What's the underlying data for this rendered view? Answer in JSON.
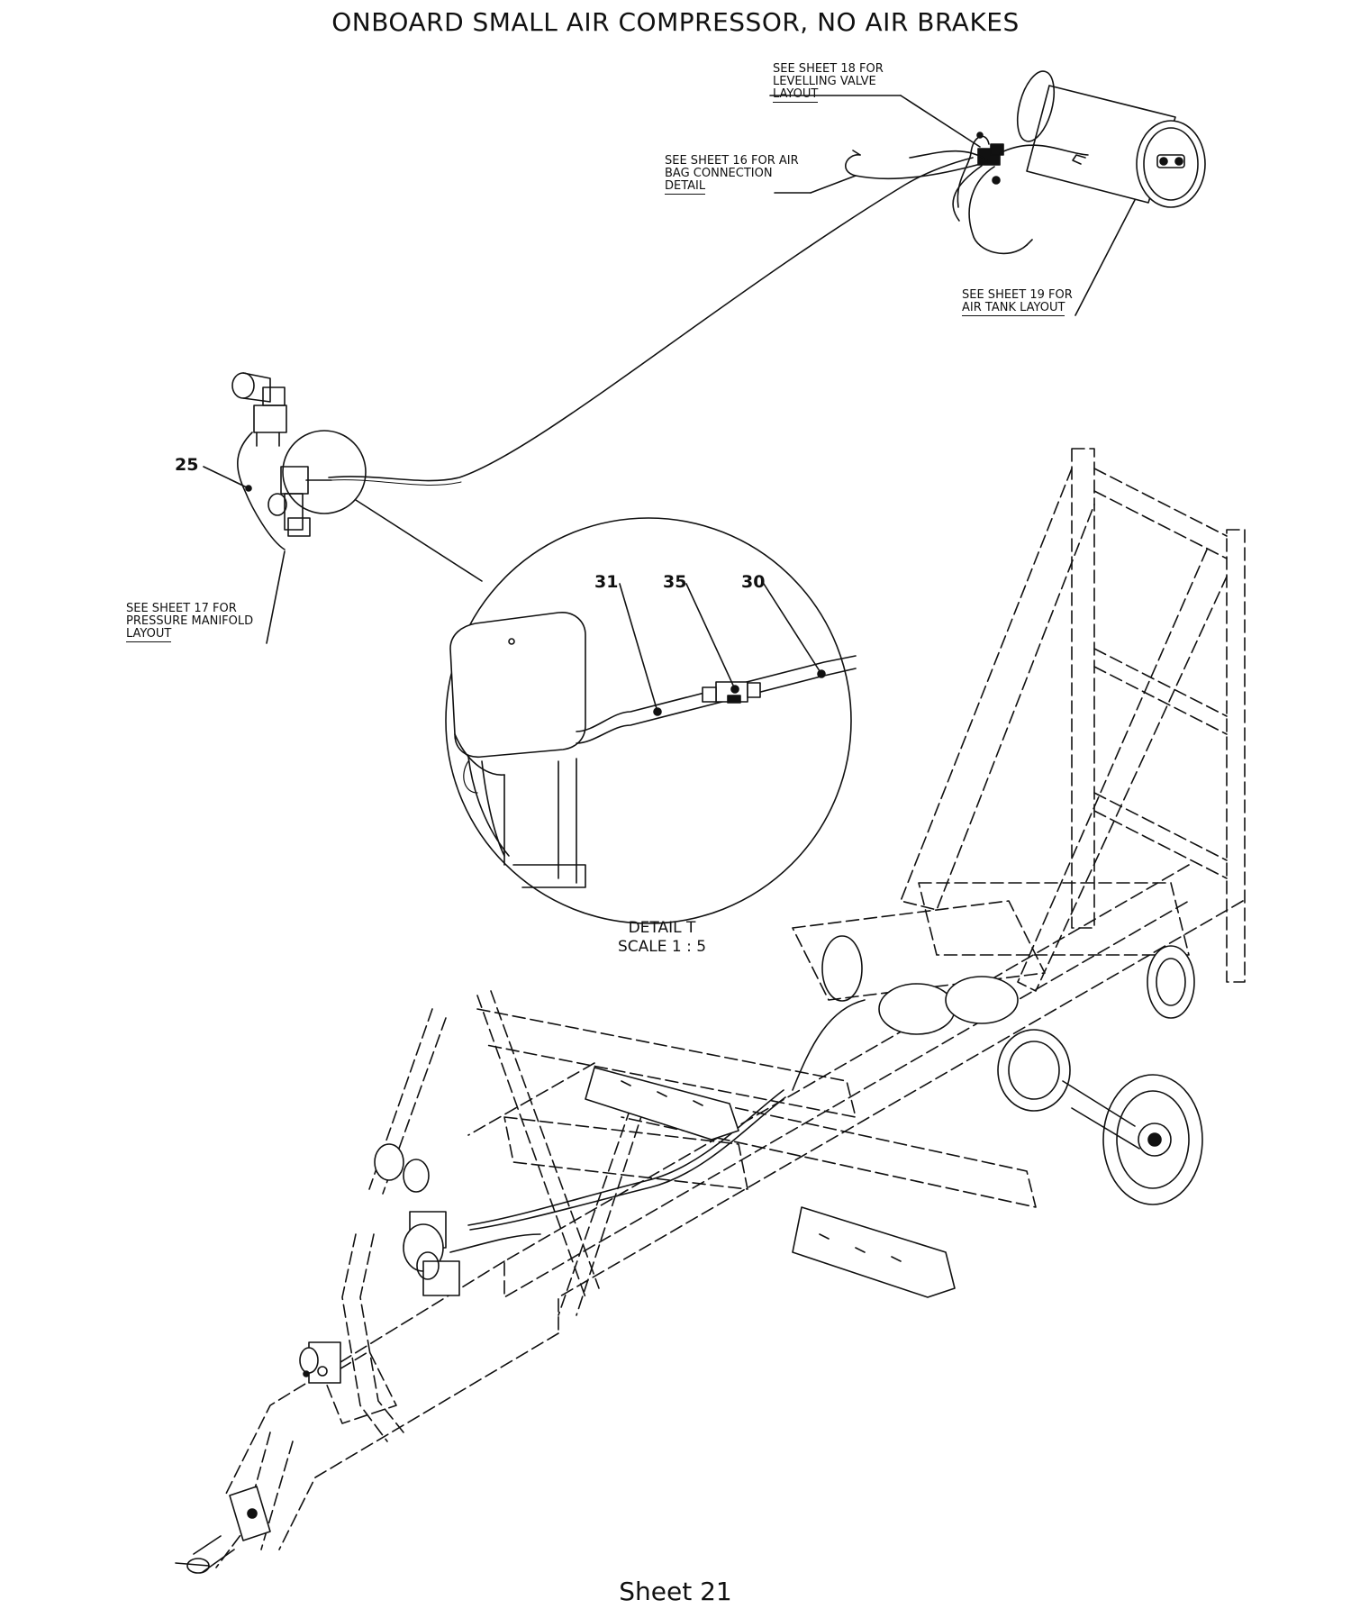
{
  "title": "ONBOARD SMALL AIR COMPRESSOR, NO AIR BRAKES",
  "notes": {
    "levelling_valve": [
      "SEE SHEET 18 FOR",
      "LEVELLING VALVE",
      "LAYOUT"
    ],
    "air_bag": [
      "SEE SHEET 16 FOR AIR",
      "BAG CONNECTION",
      "DETAIL"
    ],
    "air_tank": [
      "SEE SHEET 19 FOR",
      "AIR TANK LAYOUT"
    ],
    "pressure_manifold": [
      "SEE SHEET 17 FOR",
      "PRESSURE MANIFOLD",
      "LAYOUT"
    ]
  },
  "balloons": {
    "b25": "25",
    "b31": "31",
    "b35": "35",
    "b30": "30"
  },
  "detail": {
    "name": "DETAIL T",
    "scale": "SCALE 1 : 5"
  },
  "sheet": "Sheet 21"
}
